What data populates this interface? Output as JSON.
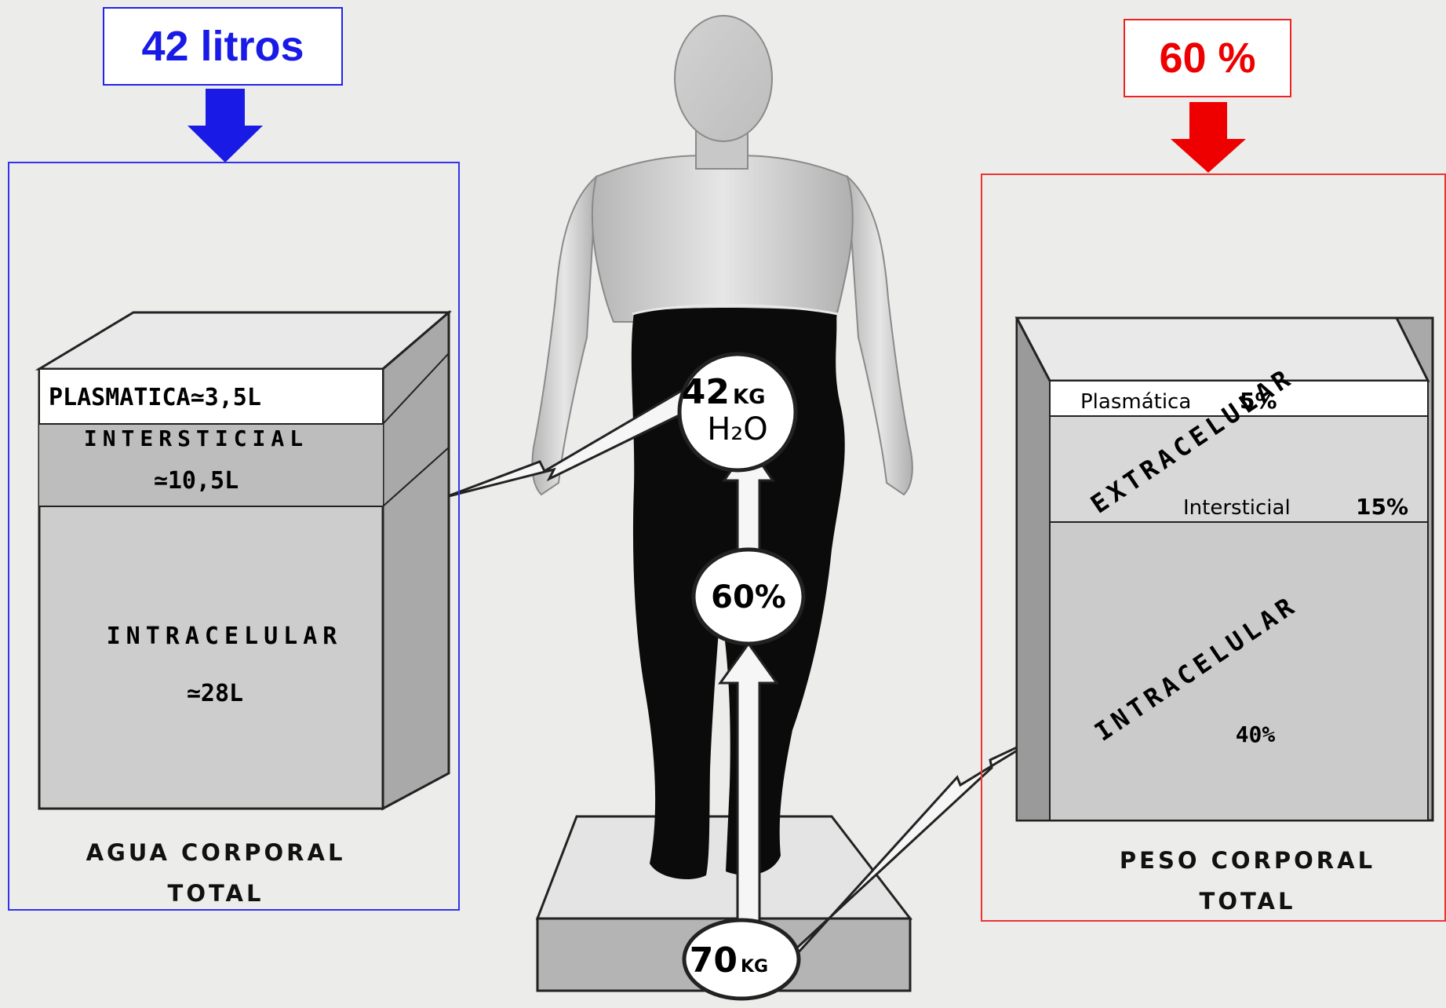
{
  "tags": {
    "left": "42 litros",
    "right": "60 %"
  },
  "left_box": {
    "plasmatica": "PLASMATICA≃3,5L",
    "intersticial_label": "INTERSTICIAL",
    "intersticial_value": "≃10,5L",
    "intracelular_label": "INTRACELULAR",
    "intracelular_value": "≃28L",
    "caption_line1": "AGUA CORPORAL",
    "caption_line2": "TOTAL"
  },
  "right_box": {
    "plasmatica_label": "Plasmática",
    "plasmatica_value": "5%",
    "extracelular": "EXTRACELULAR",
    "intersticial_label": "Intersticial",
    "intersticial_value": "15%",
    "intracelular": "INTRACELULAR",
    "intracelular_value": "40%",
    "caption_line1": "PESO CORPORAL",
    "caption_line2": "TOTAL"
  },
  "figure": {
    "water_value": "42",
    "water_unit": "KG",
    "water_formula": "H₂O",
    "percent": "60%",
    "weight_value": "70",
    "weight_unit": "KG"
  },
  "colors": {
    "blue": "#1a1ae6",
    "red": "#ee0000"
  }
}
